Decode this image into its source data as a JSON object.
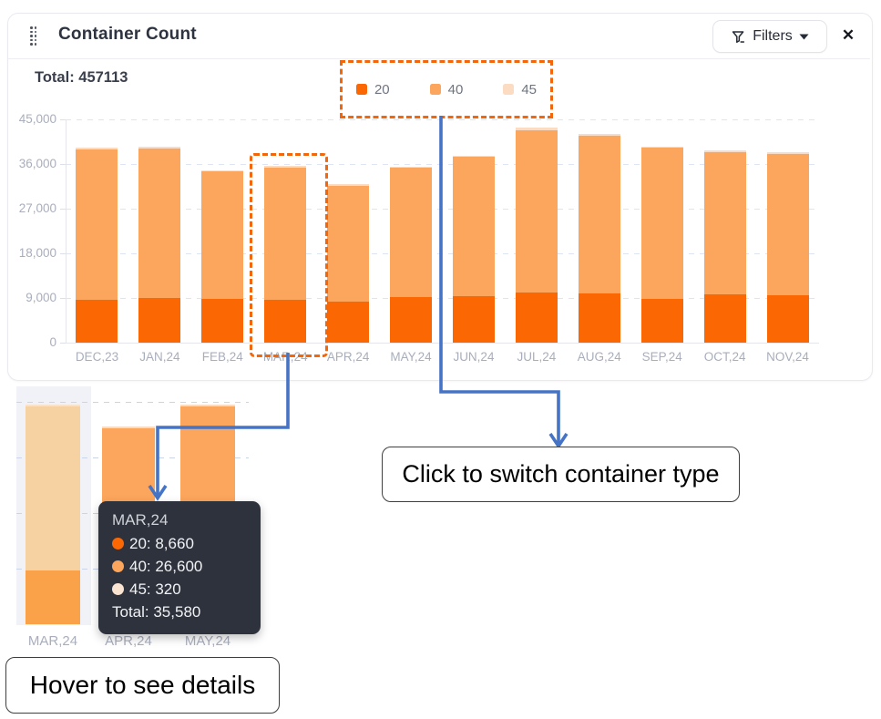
{
  "card": {
    "title": "Container Count",
    "filters_button": "Filters",
    "close": "✕",
    "total": "Total: 457113"
  },
  "legend": {
    "items": [
      {
        "label": "20",
        "color": "#fb6702"
      },
      {
        "label": "40",
        "color": "#fca55c"
      },
      {
        "label": "45",
        "color": "#fbdcc3"
      }
    ]
  },
  "chart_data": {
    "type": "bar",
    "stacked": true,
    "title": "Container Count",
    "total_text": "Total: 457113",
    "categories": [
      "DEC,23",
      "JAN,24",
      "FEB,24",
      "MAR,24",
      "APR,24",
      "MAY,24",
      "JUN,24",
      "JUL,24",
      "AUG,24",
      "SEP,24",
      "OCT,24",
      "NOV,24"
    ],
    "series": [
      {
        "name": "20",
        "color": "#fb6702",
        "values": [
          8650,
          9020,
          8830,
          8660,
          8280,
          9180,
          9300,
          10120,
          9900,
          8810,
          9700,
          9560
        ]
      },
      {
        "name": "40",
        "color": "#fca55c",
        "values": [
          30280,
          30060,
          25650,
          26600,
          23400,
          26000,
          28080,
          32680,
          31850,
          30420,
          28680,
          28520
        ]
      },
      {
        "name": "45",
        "color": "#fbdcc3",
        "values": [
          320,
          320,
          320,
          320,
          320,
          320,
          320,
          600,
          400,
          320,
          320,
          320
        ]
      }
    ],
    "ylim": [
      0,
      45000
    ],
    "y_ticks": [
      0,
      9000,
      18000,
      27000,
      36000,
      45000
    ],
    "y_tick_labels": [
      "0",
      "9,000",
      "18,000",
      "27,000",
      "36,000",
      "45,000"
    ],
    "grid": true,
    "legend_position": "top",
    "highlighted_category": "MAR,24"
  },
  "mini_chart": {
    "categories": [
      "MAR,24",
      "APR,24",
      "MAY,24"
    ],
    "series": [
      {
        "name": "20",
        "values": [
          8660,
          8280,
          9180
        ]
      },
      {
        "name": "40",
        "values": [
          26600,
          23400,
          26000
        ]
      },
      {
        "name": "45",
        "values": [
          320,
          320,
          320
        ]
      }
    ],
    "hovered_category": "MAR,24",
    "colors": {
      "s20": "#fb6702",
      "s40": "#fca55c",
      "s45": "#fbdcc3"
    },
    "hover_colors": {
      "s20": "#f9a24a",
      "s40": "#f6d1a2",
      "s45": "#f9e2cd"
    }
  },
  "tooltip": {
    "title": "MAR,24",
    "rows": [
      {
        "text": "20: 8,660",
        "color": "#fb6702"
      },
      {
        "text": "40: 26,600",
        "color": "#fca55c"
      },
      {
        "text": "45: 320",
        "color": "#fbe3d1"
      }
    ],
    "total": "Total: 35,580"
  },
  "annotations": {
    "click_note": "Click to switch container type",
    "hover_note": "Hover to see details"
  },
  "colors": {
    "accent_orange": "#f4660a",
    "arrow_blue": "#4573c5",
    "axis_text": "#a9aebc",
    "tooltip_bg": "#2e323c"
  }
}
